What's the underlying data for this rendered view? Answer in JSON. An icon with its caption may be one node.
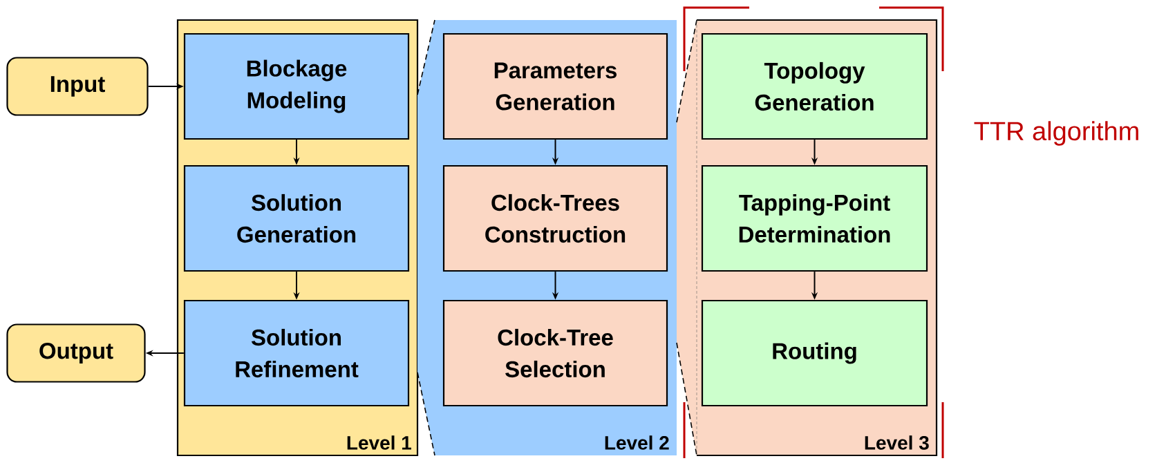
{
  "diagram": {
    "nodes": [
      {
        "text": [
          "Input"
        ]
      },
      {
        "text": [
          "Level 1"
        ]
      },
      {
        "text": [
          "Blockage Modeling"
        ],
        "in": 1
      },
      {
        "text": [
          "Solution Generation"
        ],
        "in": 1
      },
      {
        "text": [
          "Solution Refinement"
        ],
        "in": 1
      },
      {
        "text": [
          "Output"
        ]
      },
      {
        "text": [
          "Level 2"
        ]
      },
      {
        "text": [
          "Parameters Generation"
        ],
        "in": 6
      },
      {
        "text": [
          "Clock-Trees Construction"
        ],
        "in": 6
      },
      {
        "text": [
          "Clock-Tree Selection"
        ],
        "in": 6
      },
      {
        "text": [
          "Level 3"
        ]
      },
      {
        "text": [
          "Topology Generation"
        ],
        "in": 10
      },
      {
        "text": [
          "Tapping-Point Determination"
        ],
        "in": 10
      },
      {
        "text": [
          "Routing"
        ],
        "in": 10
      }
    ],
    "edges": [
      {
        "from": 0,
        "to": 2,
        "arrow": "to"
      },
      {
        "from": 2,
        "to": 3,
        "arrow": "to"
      },
      {
        "from": 3,
        "to": 4,
        "arrow": "to"
      },
      {
        "from": 4,
        "to": 5,
        "arrow": "to"
      },
      {
        "from": 7,
        "to": 8,
        "arrow": "to"
      },
      {
        "from": 8,
        "to": 9,
        "arrow": "to"
      },
      {
        "from": 11,
        "to": 12,
        "arrow": "to"
      },
      {
        "from": 12,
        "to": 13,
        "arrow": "to"
      }
    ],
    "labels": [
      "TTR algorithm"
    ]
  }
}
